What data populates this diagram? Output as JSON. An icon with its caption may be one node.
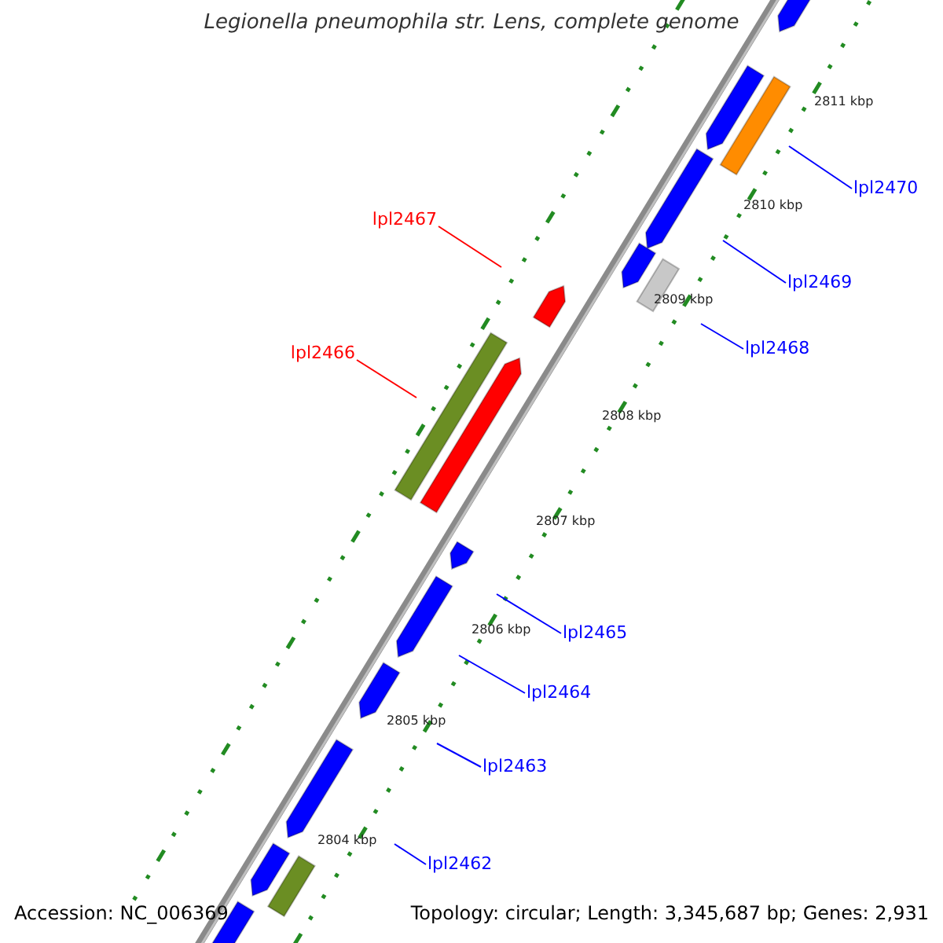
{
  "diagram": {
    "title": "Legionella pneumophila str. Lens, complete genome",
    "nodes": [
      {
        "text": [
          "lpl2470"
        ]
      },
      {
        "text": [
          "lpl2467"
        ]
      },
      {
        "text": [
          "lpl2469"
        ]
      },
      {
        "text": [
          "lpl2468"
        ]
      },
      {
        "text": [
          "lpl2466"
        ]
      },
      {
        "text": [
          "lpl2465"
        ]
      },
      {
        "text": [
          "lpl2464"
        ]
      },
      {
        "text": [
          "lpl2463"
        ]
      },
      {
        "text": [
          "lpl2462"
        ]
      }
    ],
    "edges": [
      {
        "from": 0,
        "to": null,
        "arrow": "none"
      },
      {
        "from": 1,
        "to": null,
        "arrow": "none",
        "color": "#ff0000"
      },
      {
        "from": 2,
        "to": null,
        "arrow": "none"
      },
      {
        "from": 3,
        "to": null,
        "arrow": "none"
      },
      {
        "from": 4,
        "to": null,
        "arrow": "none",
        "color": "#ff0000"
      },
      {
        "from": 5,
        "to": null,
        "arrow": "none"
      },
      {
        "from": 6,
        "to": null,
        "arrow": "none"
      },
      {
        "from": 7,
        "to": null,
        "arrow": "none"
      },
      {
        "from": 8,
        "to": null,
        "arrow": "none"
      }
    ],
    "labels": [
      "2811 kbp",
      "2810 kbp",
      "2809 kbp",
      "2808 kbp",
      "2807 kbp",
      "2806 kbp",
      "2805 kbp",
      "2804 kbp",
      "Accession: NC_006369",
      "Topology: circular; Length: 3,345,687 bp; Genes: 2,931"
    ]
  }
}
